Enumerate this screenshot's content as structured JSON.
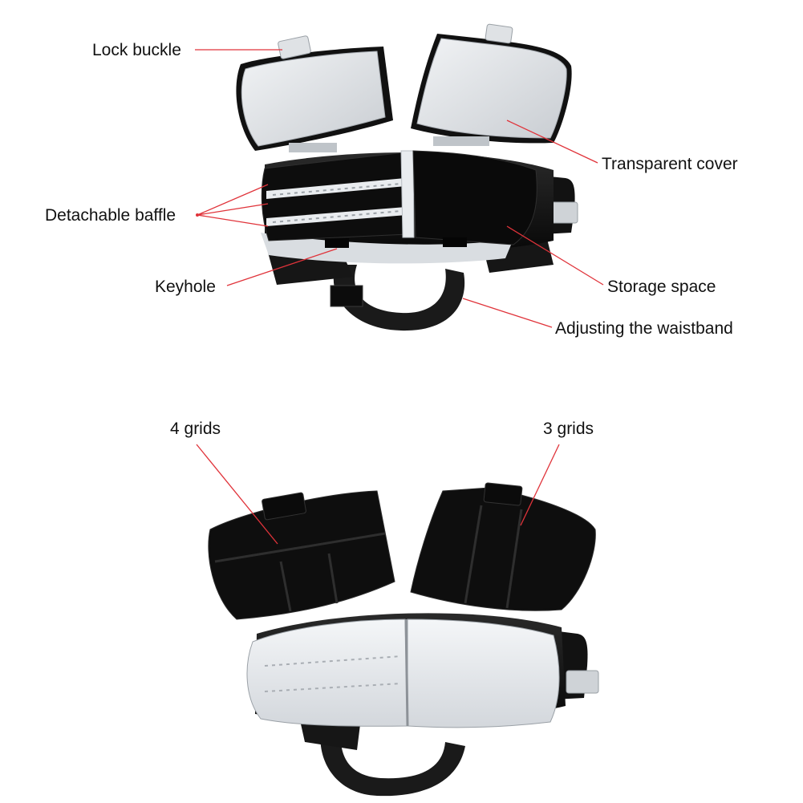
{
  "annotations": {
    "lock_buckle": "Lock buckle",
    "transparent_cover": "Transparent cover",
    "detachable_baffle": "Detachable baffle",
    "storage_space": "Storage space",
    "keyhole": "Keyhole",
    "adjusting_waistband": "Adjusting the waistband",
    "four_grids": "4 grids",
    "three_grids": "3 grids"
  },
  "colors": {
    "leader_line": "#e0333a",
    "box_black": "#121212",
    "clear_plastic": "#e6e9ec",
    "strap": "#1a1a1a"
  }
}
